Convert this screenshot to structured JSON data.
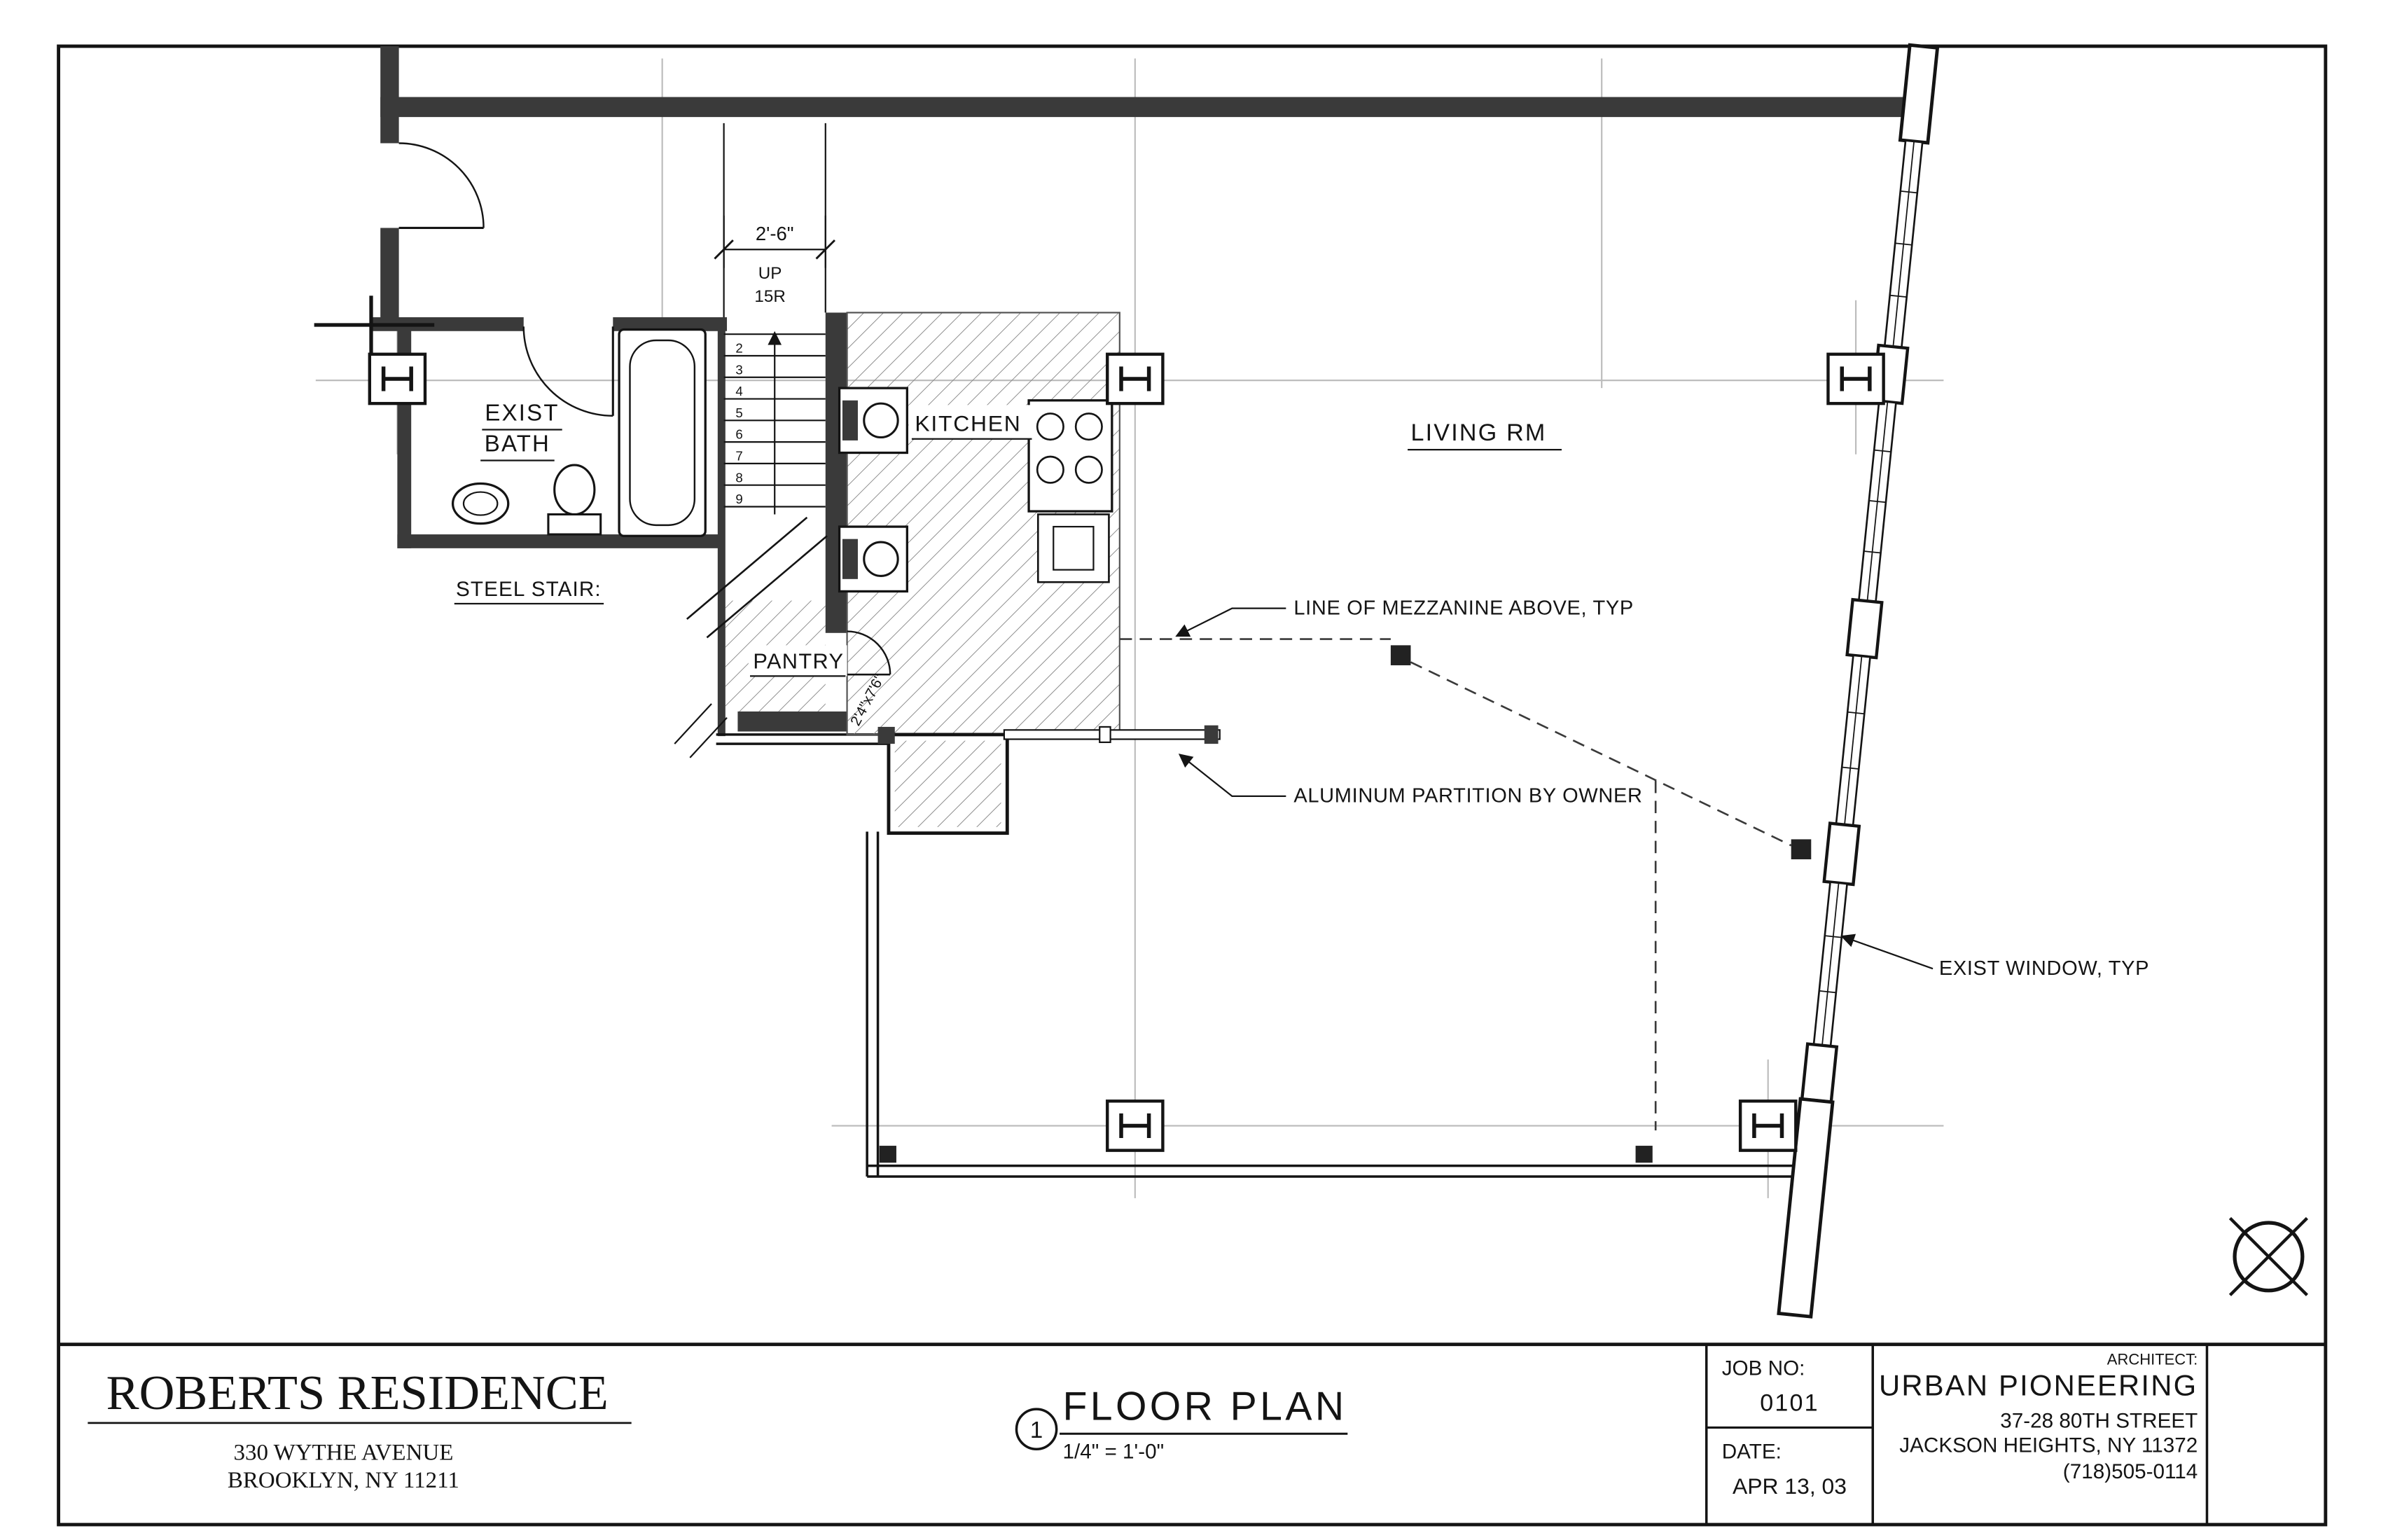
{
  "title_block": {
    "project": "ROBERTS RESIDENCE",
    "address1": "330 WYTHE AVENUE",
    "address2": "BROOKLYN, NY 11211",
    "drawing_title": "FLOOR PLAN",
    "detail_number": "1",
    "scale": "1/4\" = 1'-0\"",
    "job_label": "JOB NO:",
    "job_number": "0101",
    "date_label": "DATE:",
    "date_value": "APR 13, 03",
    "architect_label": "ARCHITECT:",
    "architect": "URBAN PIONEERING",
    "architect_street": "37-28 80TH STREET",
    "architect_city": "JACKSON HEIGHTS, NY 11372",
    "architect_phone": "(718)505-0114"
  },
  "plan": {
    "rooms": {
      "bath1": "EXIST",
      "bath2": "BATH",
      "kitchen": "KITCHEN",
      "living": "LIVING RM",
      "pantry": "PANTRY"
    },
    "stair": {
      "label": "STEEL STAIR:",
      "up": "UP",
      "risers": "15R",
      "width": "2'-6\"",
      "numbers": [
        "2",
        "3",
        "4",
        "5",
        "6",
        "7",
        "8",
        "9"
      ]
    },
    "notes": {
      "mezzanine": "LINE OF MEZZANINE ABOVE, TYP",
      "partition": "ALUMINUM PARTITION BY OWNER",
      "window": "EXIST WINDOW, TYP",
      "pantry_dim": "2'4\"x7'6\""
    }
  }
}
